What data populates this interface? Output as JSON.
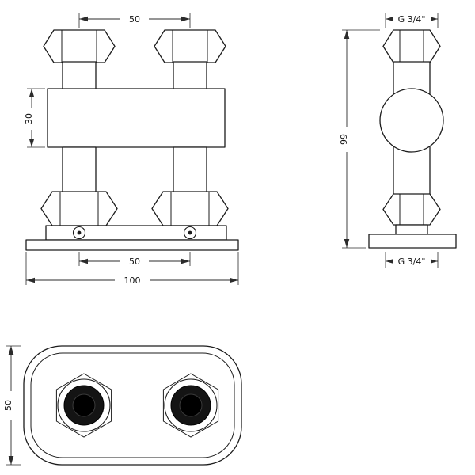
{
  "drawing": {
    "title": "valve-manifold-technical-drawing",
    "dims": {
      "front_top_width": "50",
      "front_body_height": "30",
      "front_port_spacing": "50",
      "front_total_width": "100",
      "side_height": "99",
      "side_thread_top": "G 3/4\"",
      "side_thread_bottom": "G 3/4\"",
      "plan_depth": "50"
    }
  }
}
